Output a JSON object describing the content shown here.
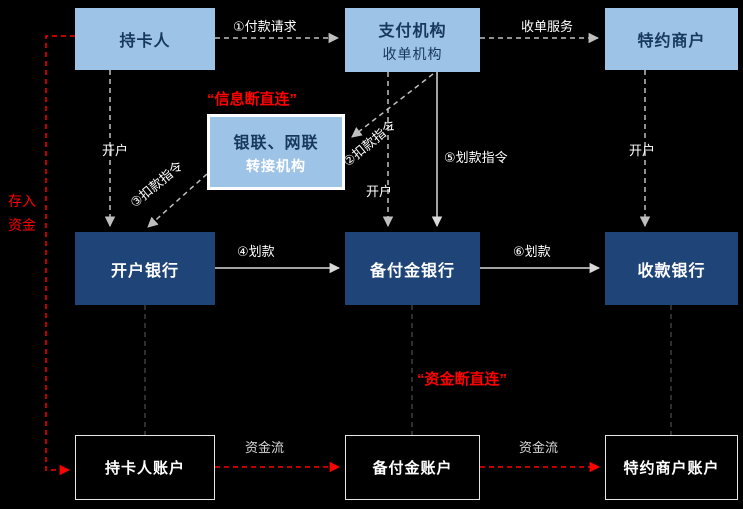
{
  "nodes": {
    "cardholder": {
      "label": "持卡人"
    },
    "payment_institution": {
      "title": "支付机构",
      "subtitle": "收单机构"
    },
    "merchant": {
      "label": "特约商户"
    },
    "transfer_institution": {
      "title": "银联、网联",
      "subtitle": "转接机构"
    },
    "opening_bank": {
      "label": "开户银行"
    },
    "reserve_bank": {
      "label": "备付金银行"
    },
    "receiving_bank": {
      "label": "收款银行"
    },
    "cardholder_account": {
      "label": "持卡人账户"
    },
    "reserve_account": {
      "label": "备付金账户"
    },
    "merchant_account": {
      "label": "特约商户账户"
    }
  },
  "edges": {
    "payment_request": {
      "label": "①付款请求"
    },
    "acquiring_service": {
      "label": "收单服务"
    },
    "open_account_left": {
      "label": "开户"
    },
    "open_account_center": {
      "label": "开户"
    },
    "open_account_right": {
      "label": "开户"
    },
    "debit_instruction_2": {
      "label": "②扣款指令"
    },
    "debit_instruction_3": {
      "label": "③扣款指令"
    },
    "transfer_instruction_5": {
      "label": "⑤划款指令"
    },
    "transfer_4": {
      "label": "④划款"
    },
    "transfer_6": {
      "label": "⑥划款"
    },
    "deposit_funds": {
      "label": "存入资金"
    },
    "funds_flow_left": {
      "label": "资金流"
    },
    "funds_flow_right": {
      "label": "资金流"
    }
  },
  "annotations": {
    "info_break": {
      "label": "“信息断直连”",
      "color": "#FF0000"
    },
    "funds_break": {
      "label": "“资金断直连”",
      "color": "#FF0000"
    }
  },
  "colors": {
    "background": "#000000",
    "light_box": "#9DC3E6",
    "dark_box": "#1F4477",
    "dark_text": "#17375E",
    "line_gray": "#A6A6A6",
    "red": "#FF0000"
  }
}
